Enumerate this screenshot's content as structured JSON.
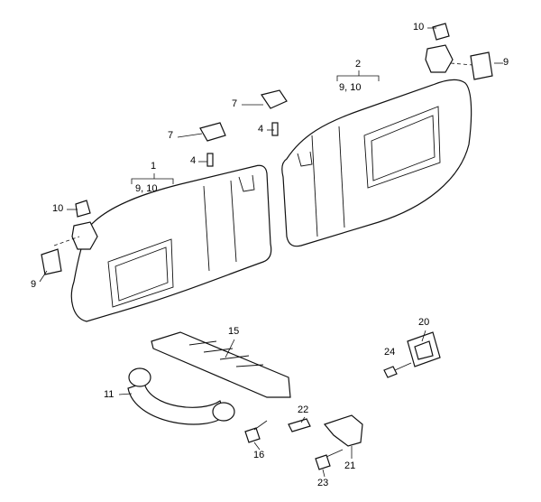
{
  "labels": {
    "p10_right": "10",
    "p9_right": "9",
    "p2": "2",
    "p2_sub": "9, 10",
    "p7_right": "7",
    "p4_right": "4",
    "p7_left": "7",
    "p4_left": "4",
    "p1": "1",
    "p1_sub": "9, 10",
    "p10_left": "10",
    "p9_left": "9",
    "p15": "15",
    "p20": "20",
    "p24": "24",
    "p11": "11",
    "p22": "22",
    "p16": "16",
    "p21": "21",
    "p23": "23"
  }
}
